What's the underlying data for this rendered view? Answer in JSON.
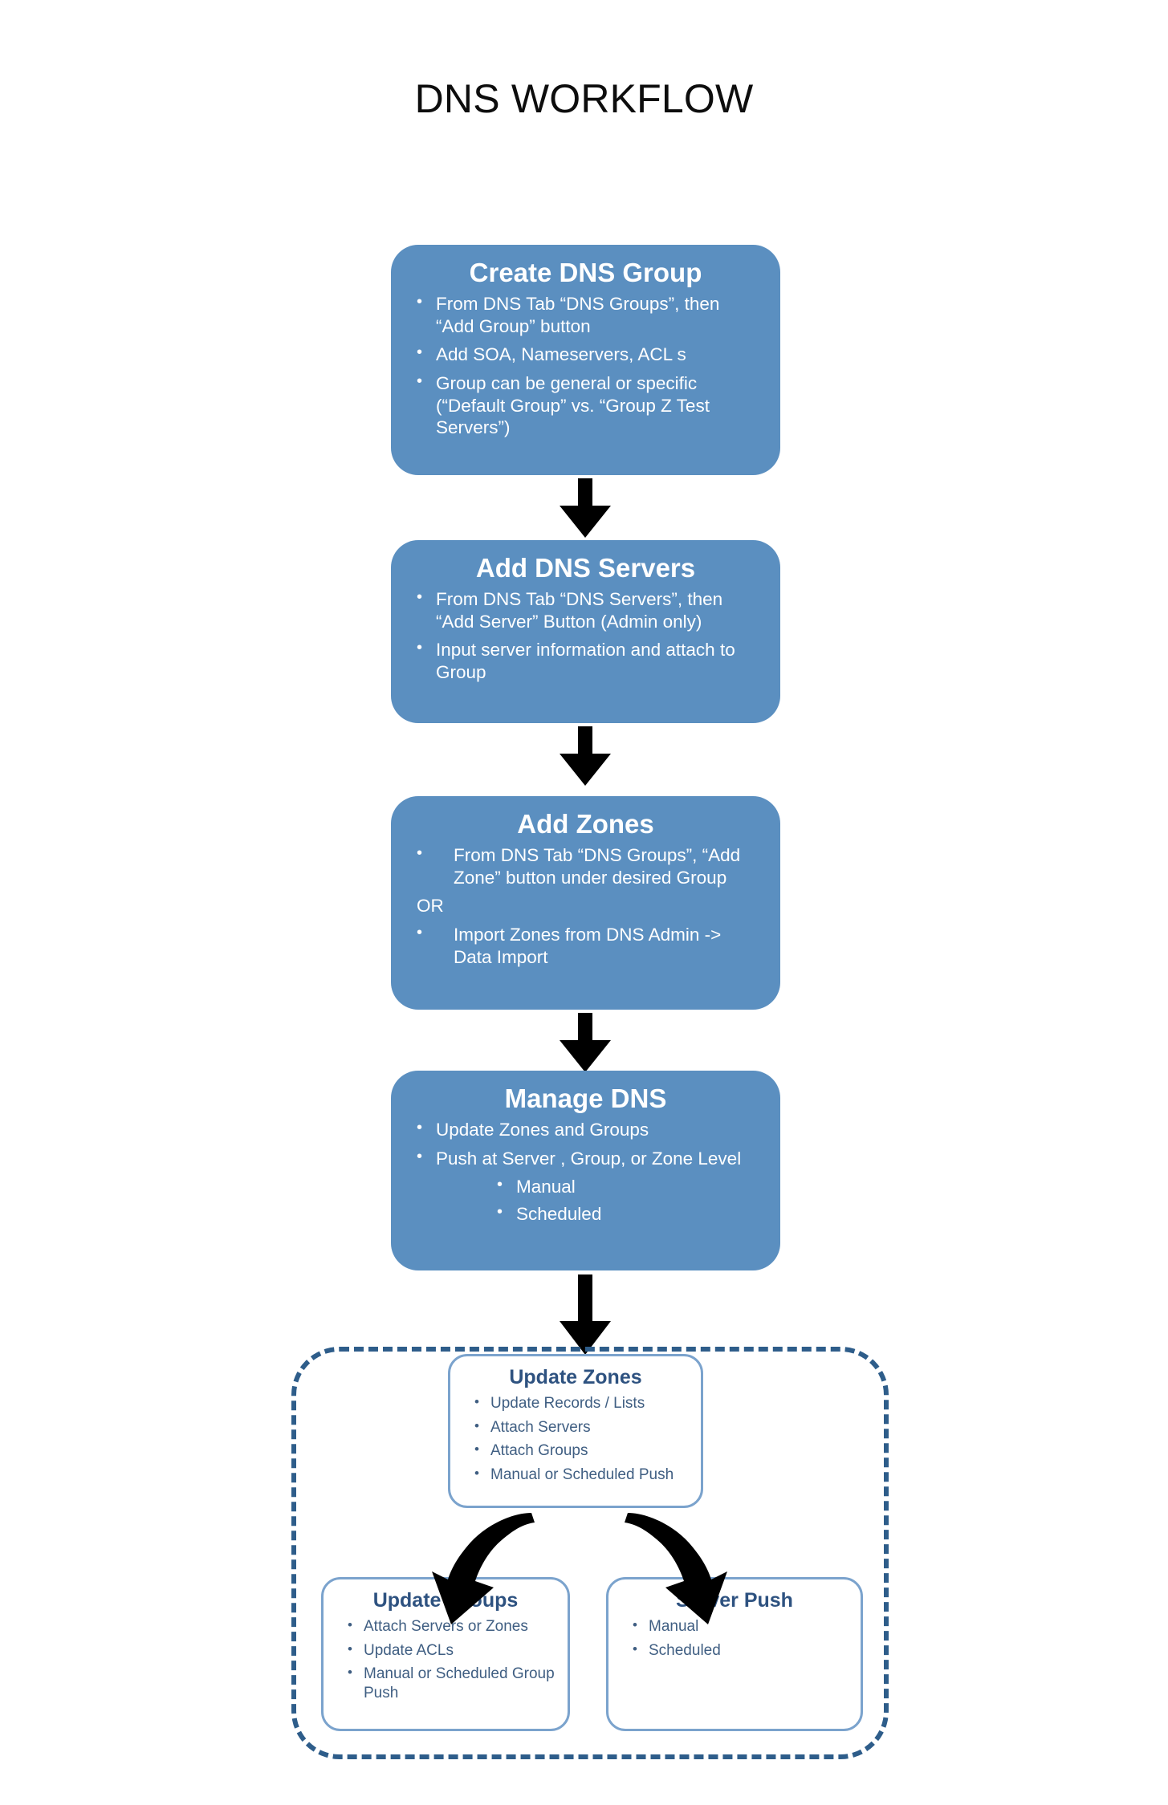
{
  "title": "DNS WORKFLOW",
  "colors": {
    "stage_fill": "#5b8fc0",
    "stage_text": "#ffffff",
    "subbox_border": "#7ba3cd",
    "subbox_title": "#2e5280",
    "subbox_text": "#3f5e82",
    "dashed_border": "#2e5d8a",
    "arrow": "#000000",
    "background": "#ffffff"
  },
  "stages": [
    {
      "id": "create-dns-group",
      "title": "Create DNS Group",
      "bullets": [
        "From DNS Tab “DNS Groups”, then “Add Group” button",
        "Add SOA, Nameservers, ACL s",
        "Group can be general or specific (“Default Group” vs. “Group Z Test Servers”)"
      ]
    },
    {
      "id": "add-dns-servers",
      "title": "Add DNS Servers",
      "bullets": [
        "From DNS Tab “DNS Servers”, then “Add Server” Button (Admin only)",
        "Input server information and attach to Group"
      ]
    },
    {
      "id": "add-zones",
      "title": "Add  Zones",
      "bullets": [
        "From DNS Tab “DNS Groups”, “Add Zone” button under desired Group",
        "Import Zones from DNS Admin -> Data Import"
      ],
      "separator": "OR"
    },
    {
      "id": "manage-dns",
      "title": "Manage DNS",
      "bullets": [
        "Update Zones and Groups",
        "Push at Server , Group, or Zone Level"
      ],
      "sub_bullets": [
        "Manual",
        "Scheduled"
      ]
    }
  ],
  "subboxes": [
    {
      "id": "update-zones",
      "title": "Update Zones",
      "bullets": [
        "Update Records / Lists",
        "Attach Servers",
        "Attach Groups",
        "Manual or Scheduled Push"
      ]
    },
    {
      "id": "update-groups",
      "title": "Update Groups",
      "bullets": [
        "Attach Servers or Zones",
        "Update ACLs",
        "Manual or Scheduled Group Push"
      ]
    },
    {
      "id": "server-push",
      "title": "Server Push",
      "bullets": [
        "Manual",
        "Scheduled"
      ]
    }
  ],
  "arrows": {
    "down_arrow_icon": "arrow-down-icon",
    "curved_left_icon": "curved-arrow-down-left-icon",
    "curved_right_icon": "curved-arrow-down-right-icon"
  }
}
